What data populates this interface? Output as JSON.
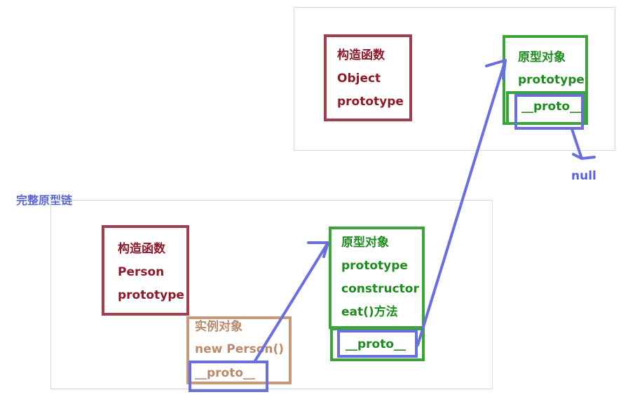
{
  "diagram_title": "完整原型链",
  "top_panel": {
    "constructor_box": {
      "lines": [
        "构造函数",
        "Object",
        "prototype"
      ]
    },
    "prototype_box": {
      "lines": [
        "原型对象",
        "prototype"
      ]
    },
    "proto_label": "__proto__",
    "null_label": "null"
  },
  "bottom_panel": {
    "constructor_box": {
      "lines": [
        "构造函数",
        "Person",
        "prototype"
      ]
    },
    "prototype_box": {
      "lines": [
        "原型对象",
        "prototype",
        "constructor",
        "eat()方法"
      ]
    },
    "proto_label": "__proto__",
    "instance_box": {
      "lines": [
        "实例对象",
        "new Person()"
      ],
      "proto_label": "__proto__"
    }
  },
  "colors": {
    "constructor_border": "#a0404f",
    "prototype_border": "#3aa33a",
    "instance_border": "#c79a7c",
    "proto_border": "#6a6fdc",
    "arrow": "#6a6fdc"
  }
}
